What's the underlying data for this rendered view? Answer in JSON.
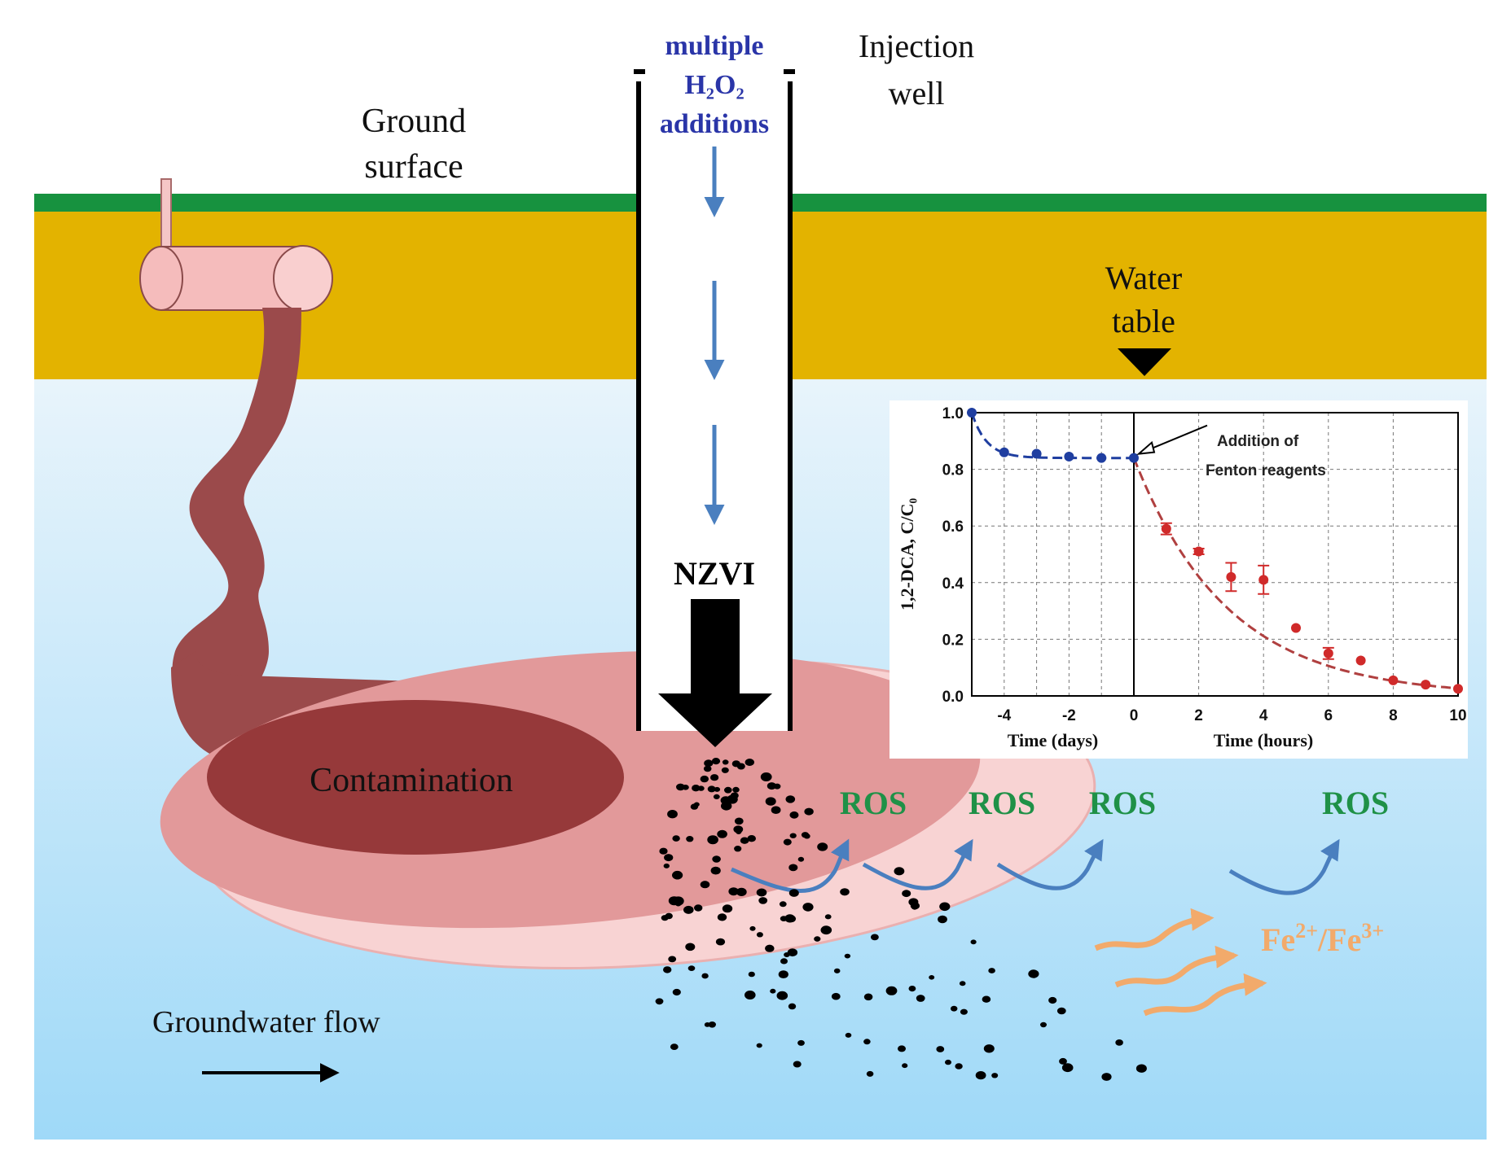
{
  "labels": {
    "well_line1": "multiple",
    "well_line2": "H₂O₂",
    "well_line3": "additions",
    "injection_line1": "Injection",
    "injection_line2": "well",
    "ground_line1": "Ground",
    "ground_line2": "surface",
    "water_line1": "Water",
    "water_line2": "table",
    "nzvi": "NZVI",
    "contamination": "Contamination",
    "ros": "ROS",
    "fe_main": "Fe",
    "fe_sup1": "2+",
    "fe_slash": "/Fe",
    "fe_sup2": "3+",
    "groundwater": "Groundwater flow"
  },
  "colors": {
    "grass": "#17923f",
    "soil": "#e3b300",
    "water_top": "#e8f4fb",
    "water_bottom": "#9fd9f8",
    "well_text": "#2a35a8",
    "ros_text": "#1f9147",
    "fe_text": "#f2aa6b",
    "contamination_core": "#96393a",
    "plume_light": "#f8d3d3",
    "plume_mid": "#e2999a",
    "arrow_blue": "#4a7fbf"
  },
  "chart_data": {
    "type": "scatter",
    "ylabel": "1,2-DCA, C/C₀",
    "xlabel_left": "Time (days)",
    "xlabel_right": "Time (hours)",
    "annotation_line1": "Addition of",
    "annotation_line2": "Fenton reagents",
    "ylim": [
      0,
      1.0
    ],
    "y_ticks": [
      "0.0",
      "0.2",
      "0.4",
      "0.6",
      "0.8",
      "1.0"
    ],
    "left_panel": {
      "xlim": [
        -5,
        0
      ],
      "x_ticks": [
        "-4",
        "-2",
        "0"
      ],
      "series": [
        {
          "color": "#1f3ea0",
          "points": [
            {
              "x": -5,
              "y": 1.0
            },
            {
              "x": -4,
              "y": 0.86
            },
            {
              "x": -3,
              "y": 0.855
            },
            {
              "x": -2,
              "y": 0.845
            },
            {
              "x": -1,
              "y": 0.84
            },
            {
              "x": 0,
              "y": 0.84
            }
          ]
        }
      ]
    },
    "right_panel": {
      "xlim": [
        0,
        10
      ],
      "x_ticks": [
        "2",
        "4",
        "6",
        "8",
        "10"
      ],
      "series": [
        {
          "color": "#d02a2a",
          "points": [
            {
              "x": 1,
              "y": 0.59,
              "err": 0.02
            },
            {
              "x": 2,
              "y": 0.51,
              "err": 0.01
            },
            {
              "x": 3,
              "y": 0.42,
              "err": 0.05
            },
            {
              "x": 4,
              "y": 0.41,
              "err": 0.05
            },
            {
              "x": 5,
              "y": 0.24,
              "err": 0.0
            },
            {
              "x": 6,
              "y": 0.15,
              "err": 0.02
            },
            {
              "x": 7,
              "y": 0.125,
              "err": 0.0
            },
            {
              "x": 8,
              "y": 0.055,
              "err": 0.0
            },
            {
              "x": 9,
              "y": 0.04,
              "err": 0.0
            },
            {
              "x": 10,
              "y": 0.025,
              "err": 0.0
            }
          ]
        }
      ]
    }
  }
}
